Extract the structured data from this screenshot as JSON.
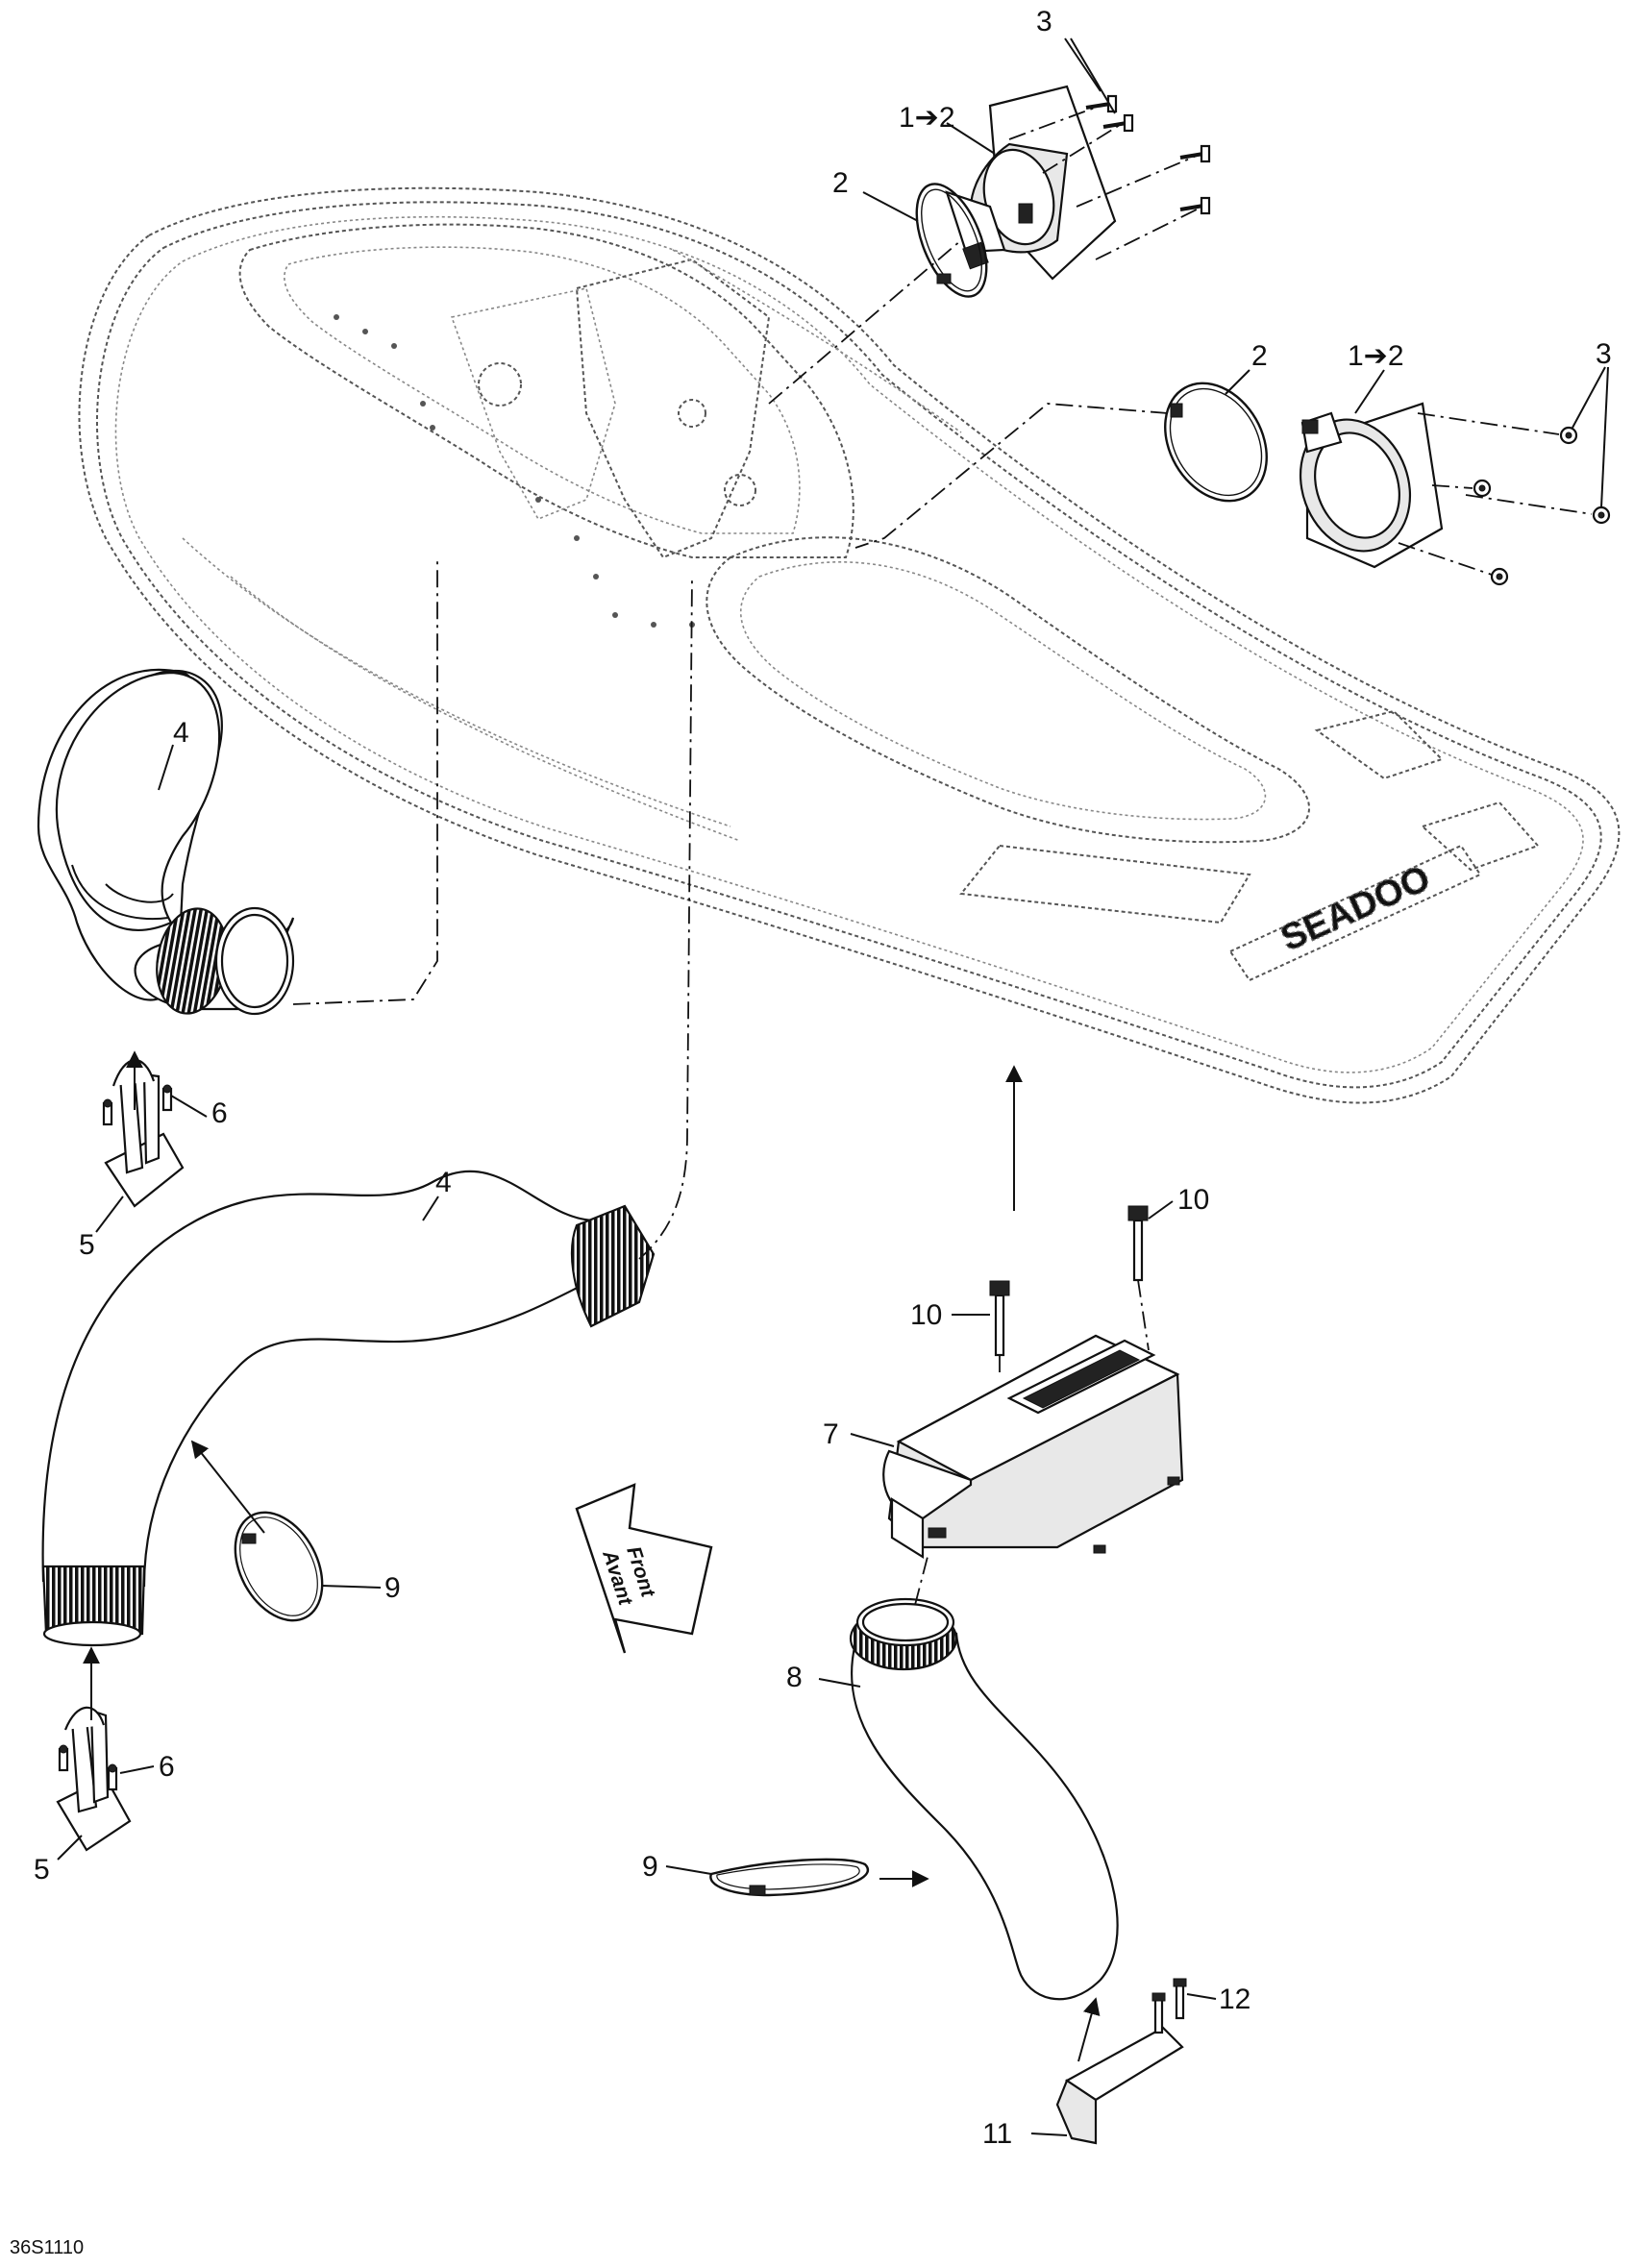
{
  "diagram": {
    "callouts": {
      "c3_top": "3",
      "c12_top": "1➔2",
      "c2_top": "2",
      "c2_mid": "2",
      "c12_mid": "1➔2",
      "c3_mid": "3",
      "c4_top": "4",
      "c6_top": "6",
      "c5_top": "5",
      "c4_mid": "4",
      "c10_a": "10",
      "c10_b": "10",
      "c7": "7",
      "c9_a": "9",
      "c6_bot": "6",
      "c5_bot": "5",
      "c8": "8",
      "c9_b": "9",
      "c12": "12",
      "c11": "11"
    },
    "direction_arrow": {
      "line1": "Front",
      "line2": "Avant"
    },
    "drawing_code": "36S1110"
  }
}
